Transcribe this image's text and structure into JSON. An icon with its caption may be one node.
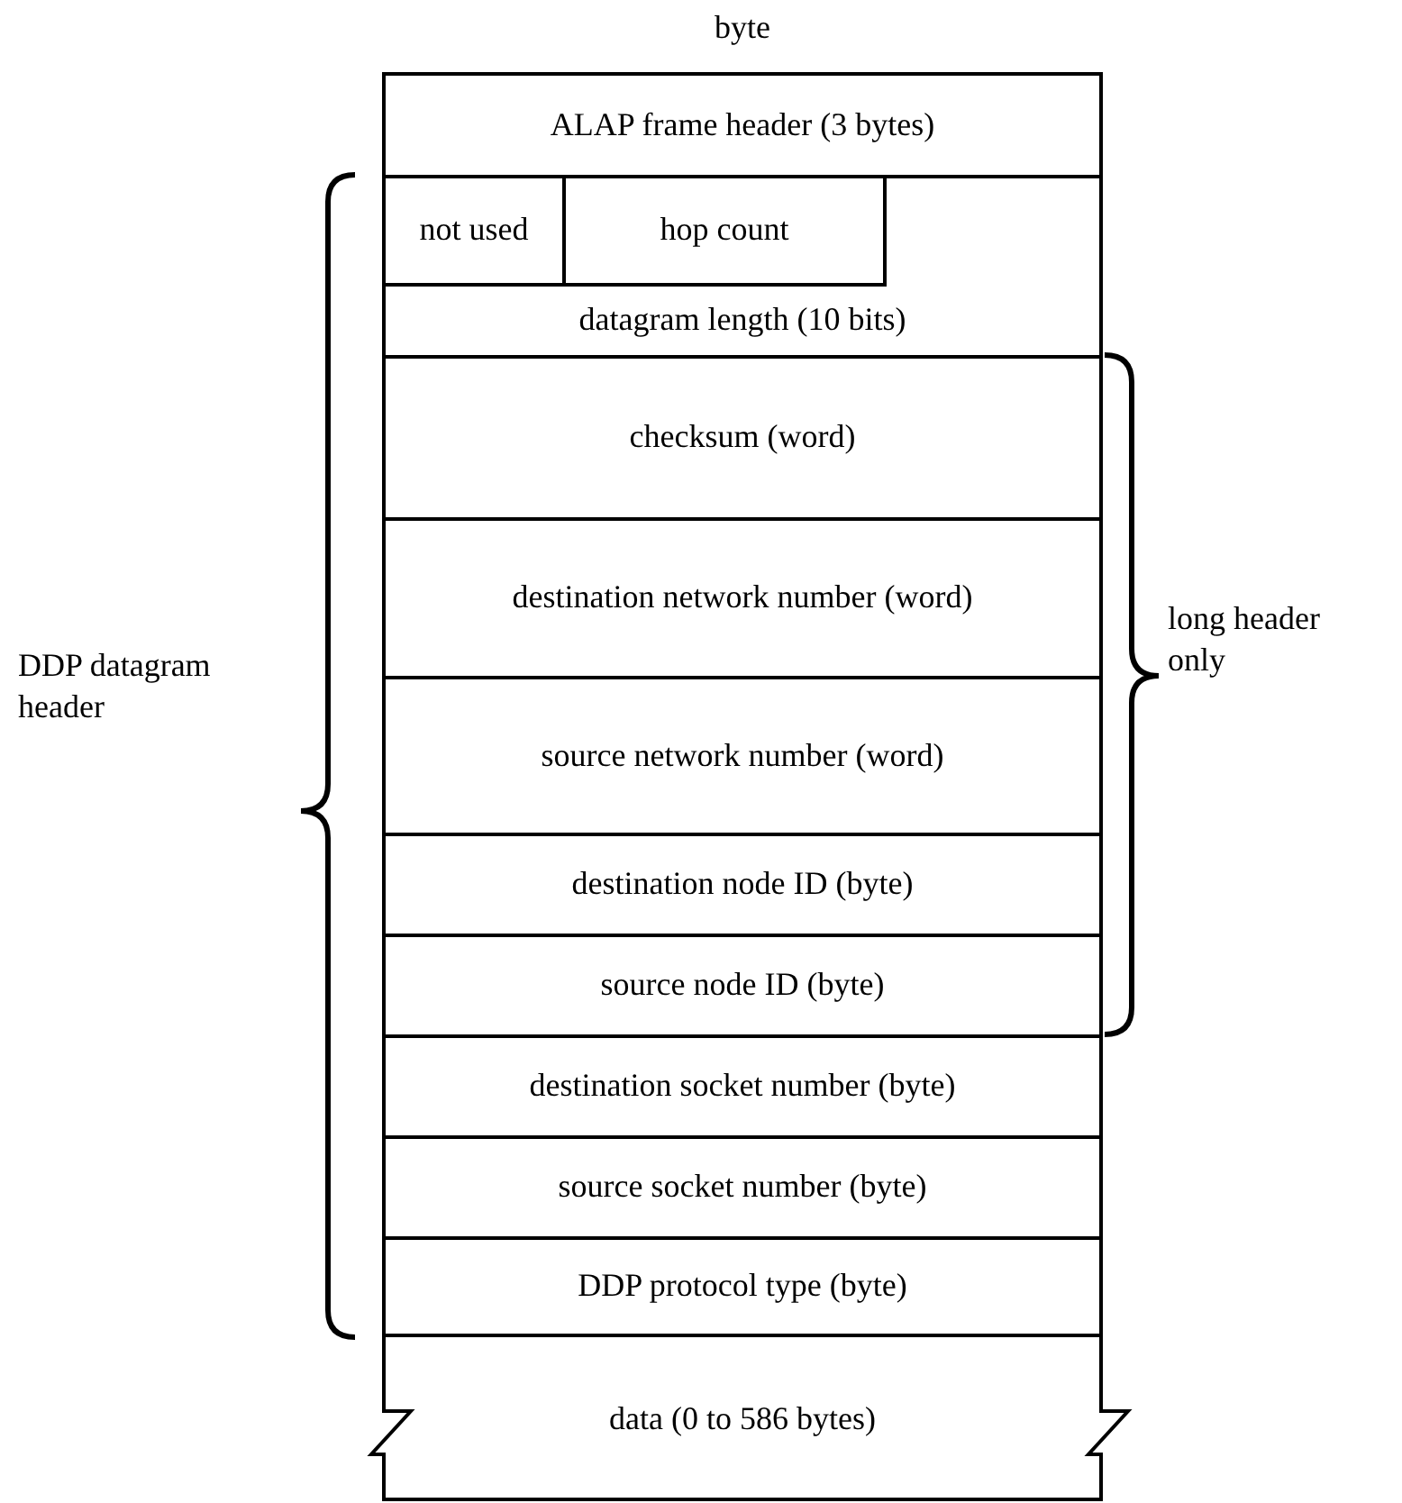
{
  "diagram": {
    "nodes": [
      {
        "text": [
          "ALAP frame header (3 bytes)"
        ]
      },
      {
        "text": [
          "not used"
        ]
      },
      {
        "text": [
          "hop count"
        ]
      },
      {
        "text": [
          "datagram length (10 bits)"
        ]
      },
      {
        "text": [
          "checksum (word)"
        ]
      },
      {
        "text": [
          "destination network number (word)"
        ]
      },
      {
        "text": [
          "source network number (word)"
        ]
      },
      {
        "text": [
          "destination node ID (byte)"
        ]
      },
      {
        "text": [
          "source node ID (byte)"
        ]
      },
      {
        "text": [
          "destination socket number (byte)"
        ]
      },
      {
        "text": [
          "source socket number (byte)"
        ]
      },
      {
        "text": [
          "DDP protocol type (byte)"
        ]
      },
      {
        "text": [
          "data (0 to 586 bytes)"
        ]
      }
    ],
    "labels": [
      "byte",
      "DDP datagram header",
      "long header only"
    ]
  }
}
